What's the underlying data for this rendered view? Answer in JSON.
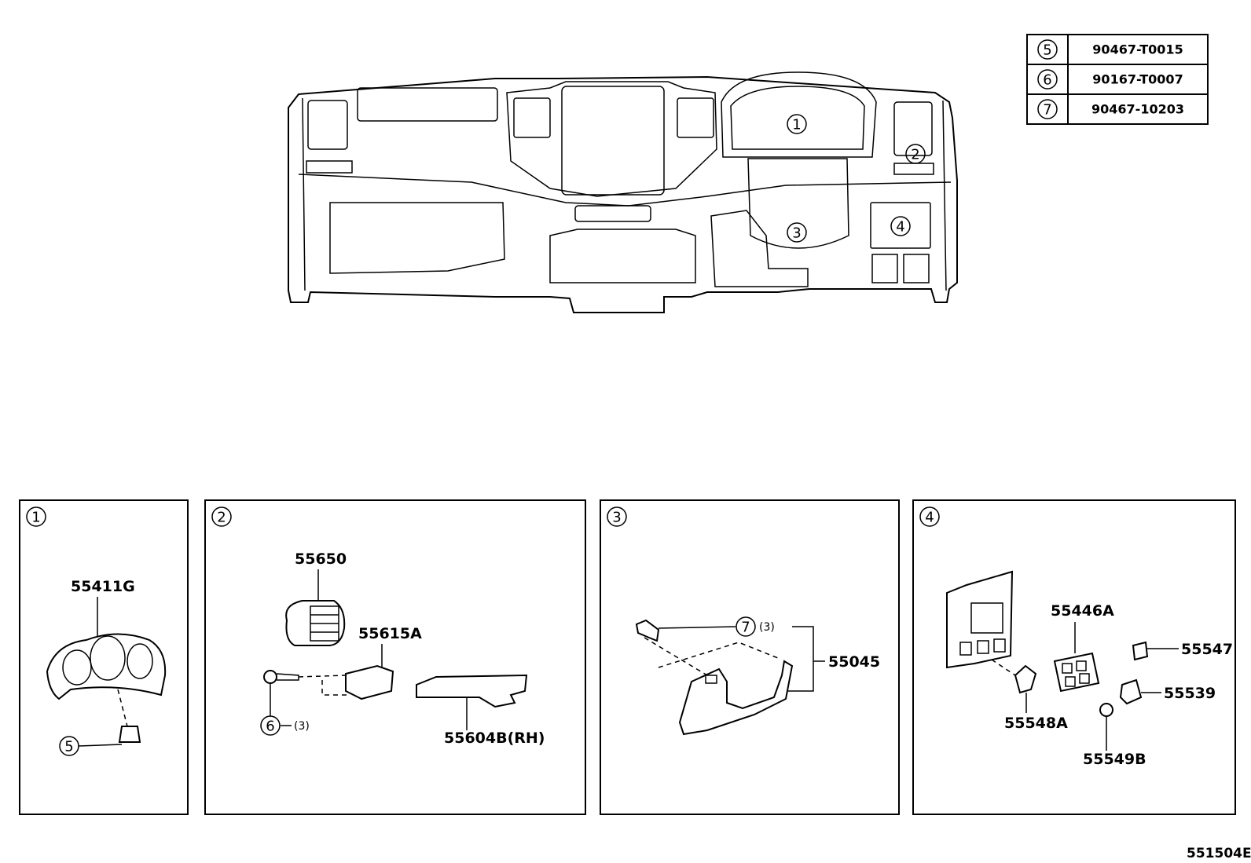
{
  "fastener_table": [
    {
      "ref": "5",
      "part": "90467-T0015"
    },
    {
      "ref": "6",
      "part": "90167-T0007"
    },
    {
      "ref": "7",
      "part": "90467-10203"
    }
  ],
  "overview_callouts": [
    "1",
    "2",
    "3",
    "4"
  ],
  "panels": [
    {
      "ref": "1",
      "parts": [
        "55411G"
      ],
      "callouts": [
        "5"
      ]
    },
    {
      "ref": "2",
      "parts": [
        "55650",
        "55615A",
        "55604B(RH)"
      ],
      "callouts": [
        "6"
      ],
      "qty": "(3)"
    },
    {
      "ref": "3",
      "parts": [
        "55045"
      ],
      "callouts": [
        "7"
      ],
      "qty": "(3)"
    },
    {
      "ref": "4",
      "parts": [
        "55446A",
        "55547",
        "55539",
        "55548A",
        "55549B"
      ]
    }
  ],
  "diagram_id": "551504E"
}
